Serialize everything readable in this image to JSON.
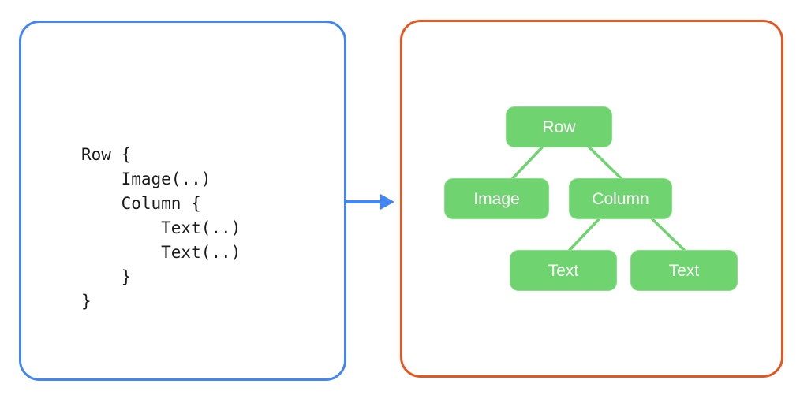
{
  "background": "#ffffff",
  "colors": {
    "code_panel_border": "#4285f4",
    "tree_panel_border": "#e4571e",
    "arrow": "#4285f4",
    "node_fill": "#6fd36f",
    "node_border": "#86e086",
    "node_text": "#ffffff",
    "connector": "#6fd36f",
    "code_text": "#1b1b1b"
  },
  "code_panel": {
    "name": "composable-code-snippet",
    "code": "Row {\n    Image(..)\n    Column {\n        Text(..)\n        Text(..)\n    }\n}",
    "lines": [
      "Row {",
      "    Image(..)",
      "    Column {",
      "        Text(..)",
      "        Text(..)",
      "    }",
      "}"
    ]
  },
  "arrow": {
    "name": "transform-arrow",
    "direction": "right",
    "label": ""
  },
  "tree_panel": {
    "name": "composition-tree",
    "nodes": [
      {
        "id": "row",
        "label": "Row",
        "level": 0
      },
      {
        "id": "image",
        "label": "Image",
        "level": 1
      },
      {
        "id": "column",
        "label": "Column",
        "level": 1
      },
      {
        "id": "text1",
        "label": "Text",
        "level": 2
      },
      {
        "id": "text2",
        "label": "Text",
        "level": 2
      }
    ],
    "edges": [
      {
        "from": "row",
        "to": "image"
      },
      {
        "from": "row",
        "to": "column"
      },
      {
        "from": "column",
        "to": "text1"
      },
      {
        "from": "column",
        "to": "text2"
      }
    ]
  }
}
